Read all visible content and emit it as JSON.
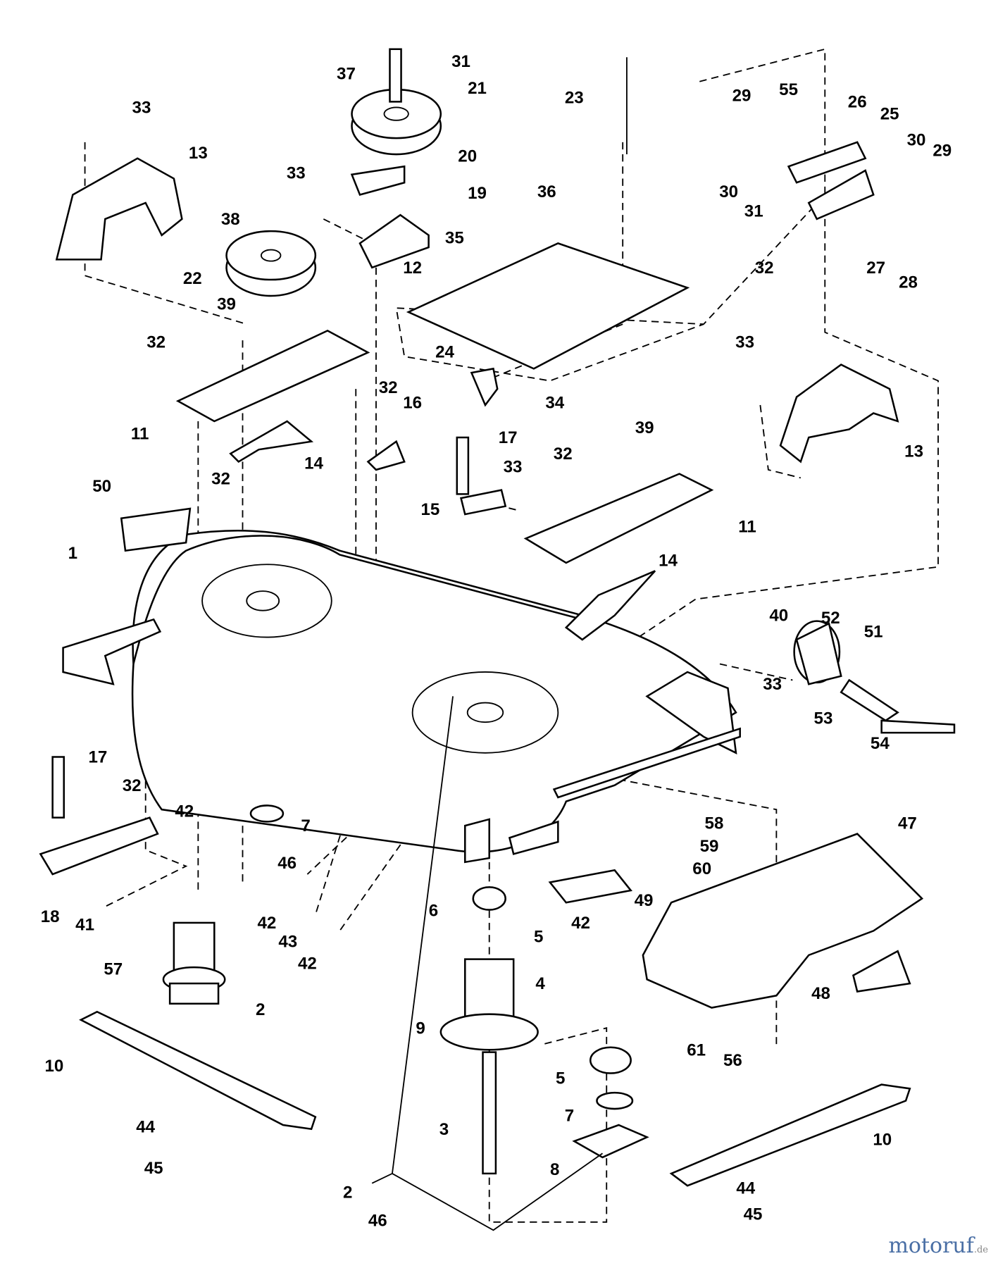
{
  "part_labels": [
    "37",
    "31",
    "21",
    "20",
    "23",
    "33",
    "13",
    "33",
    "19",
    "36",
    "35",
    "38",
    "22",
    "12",
    "29",
    "55",
    "26",
    "25",
    "30",
    "29",
    "30",
    "31",
    "32",
    "27",
    "28",
    "39",
    "32",
    "24",
    "33",
    "34",
    "11",
    "32",
    "16",
    "17",
    "39",
    "13",
    "14",
    "32",
    "32",
    "33",
    "15",
    "11",
    "50",
    "1",
    "14",
    "40",
    "52",
    "51",
    "33",
    "53",
    "54",
    "17",
    "32",
    "42",
    "7",
    "58",
    "47",
    "59",
    "46",
    "60",
    "18",
    "41",
    "6",
    "5",
    "42",
    "49",
    "42",
    "43",
    "42",
    "57",
    "2",
    "4",
    "48",
    "9",
    "10",
    "61",
    "56",
    "5",
    "7",
    "3",
    "44",
    "45",
    "10",
    "8",
    "2",
    "46",
    "44",
    "45"
  ],
  "watermark": {
    "name": "motoruf",
    "suffix": ".de"
  }
}
